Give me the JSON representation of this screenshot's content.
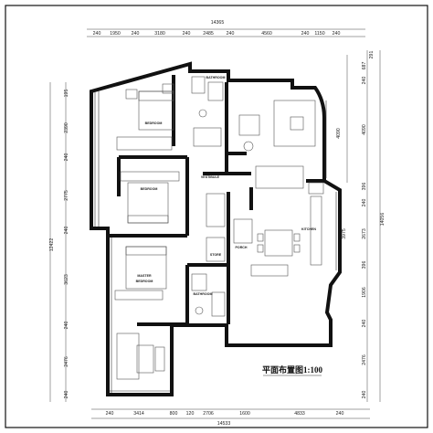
{
  "plan": {
    "caption": "平面布置图1:100",
    "rooms": {
      "bedroom_top": "BEDROOM",
      "bathroom_top": "BATHROOM",
      "vestibule": "VESTIBULE",
      "bedroom_mid": "BEDROOM",
      "master_bedroom_line1": "MASTER",
      "master_bedroom_line2": "BEDROOM",
      "store": "STORE",
      "bathroom_bottom": "BATHROOM",
      "porch": "PORCH",
      "kitchen": "KITCHEN"
    },
    "dims": {
      "top_total": "14365",
      "top_segments": [
        "240",
        "1950",
        "240",
        "3180",
        "240",
        "2485",
        "240",
        "4560",
        "240",
        "1150",
        "240"
      ],
      "bottom_total": "14533",
      "bottom_segments": [
        "240",
        "3414",
        "800",
        "120",
        "2706",
        "1600",
        "4833",
        "240"
      ],
      "left_total": "12422",
      "left_segments": [
        "195",
        "2390",
        "240",
        "2775",
        "240",
        "3623",
        "240",
        "2476",
        "240"
      ],
      "right_total": "14056",
      "right_segments": [
        "687",
        "291",
        "240",
        "4090",
        "396",
        "240",
        "2673",
        "396",
        "1906",
        "240",
        "2476",
        "240"
      ],
      "inner": [
        "4090",
        "3975"
      ]
    }
  }
}
